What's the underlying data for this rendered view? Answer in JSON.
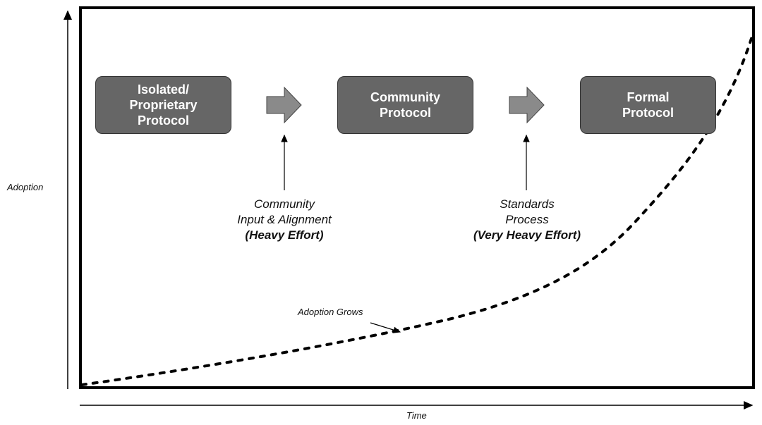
{
  "axes": {
    "y_label": "Adoption",
    "x_label": "Time"
  },
  "stages": [
    {
      "lines": [
        "Isolated/",
        "Proprietary",
        "Protocol"
      ]
    },
    {
      "lines": [
        "Community",
        "Protocol"
      ]
    },
    {
      "lines": [
        "Formal",
        "Protocol"
      ]
    }
  ],
  "transitions": [
    {
      "lines": [
        "Community",
        "Input & Alignment"
      ],
      "effort": "(Heavy Effort)"
    },
    {
      "lines": [
        "Standards",
        "Process"
      ],
      "effort": "(Very Heavy Effort)"
    }
  ],
  "curve_annotation": "Adoption Grows",
  "colors": {
    "stage_fill": "#666666",
    "arrow_fill": "#8a8a8a",
    "line": "#000000"
  }
}
